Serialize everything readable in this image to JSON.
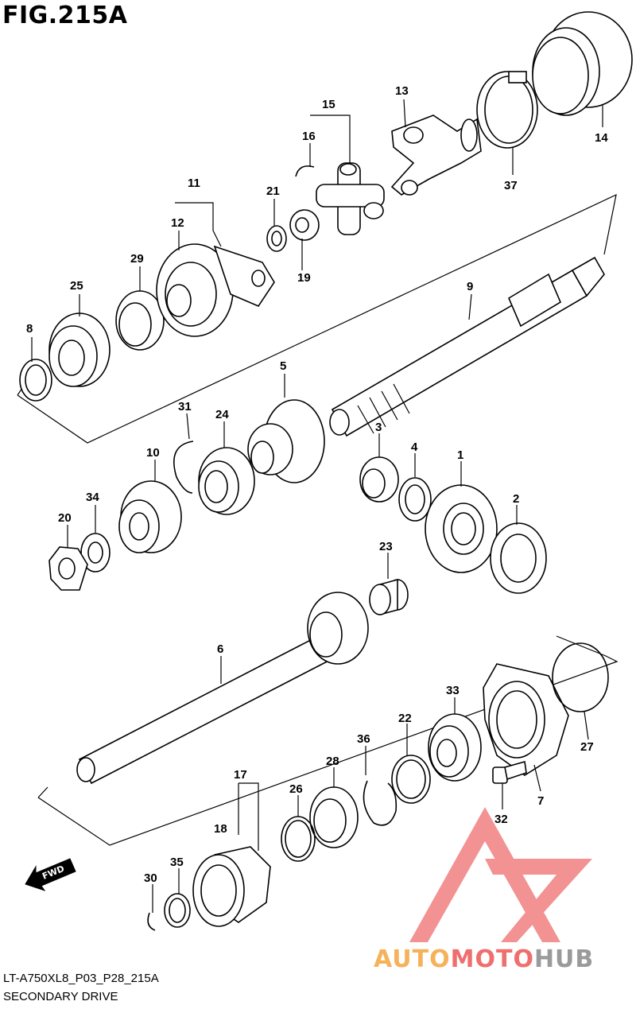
{
  "figure": {
    "title": "FIG.215A",
    "code": "LT-A750XL8_P03_P28_215A",
    "caption": "SECONDARY DRIVE",
    "direction_label": "FWD"
  },
  "callouts": [
    "1",
    "2",
    "3",
    "4",
    "5",
    "6",
    "7",
    "8",
    "9",
    "10",
    "11",
    "12",
    "13",
    "14",
    "15",
    "16",
    "17",
    "18",
    "19",
    "20",
    "21",
    "22",
    "23",
    "24",
    "25",
    "26",
    "27",
    "28",
    "29",
    "30",
    "31",
    "32",
    "33",
    "34",
    "35",
    "36",
    "37"
  ],
  "watermark": {
    "brand_part1": "AUTO",
    "brand_part2": "MOTO",
    "brand_part3": "HUB",
    "colors": {
      "logo": "#f08080",
      "part1": "#f5b25a",
      "part2": "#ef6f6f",
      "part3": "#9a9a9a"
    }
  },
  "icons": {
    "direction": "fwd-arrow-icon",
    "logo": "triangle-logo-icon"
  }
}
